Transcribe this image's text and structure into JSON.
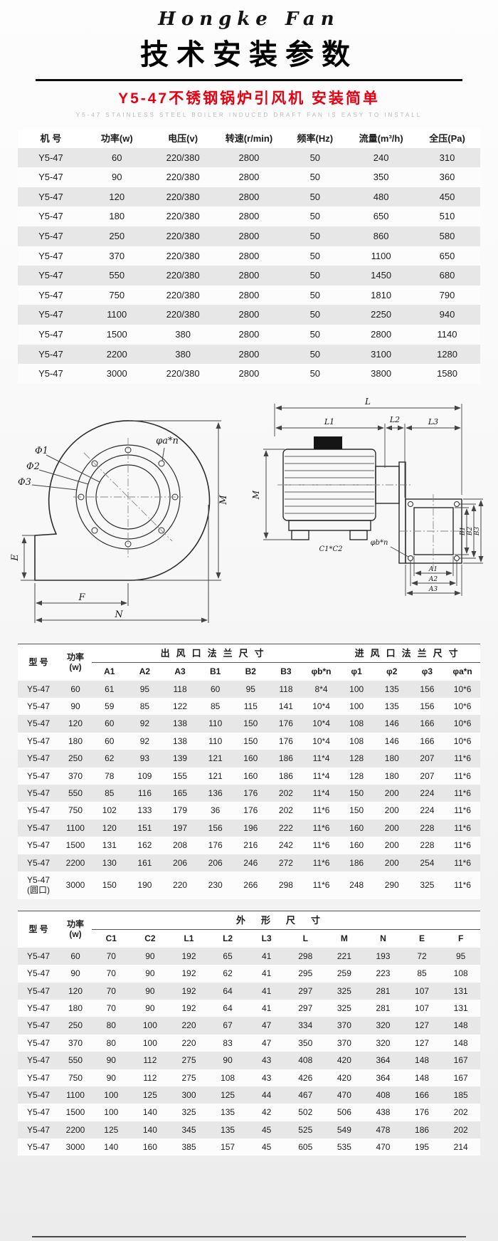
{
  "page": {
    "brand_script": "Hongke Fan",
    "title": "技术安装参数",
    "subtitle": "Y5-47不锈钢锅炉引风机 安装简单",
    "subtitle_en": "Y5-47 STAINLESS STEEL BOILER INDUCED DRAFT FAN IS EASY TO INSTALL"
  },
  "performance_table": {
    "headers": [
      "机  号",
      "功率(w)",
      "电压(v)",
      "转速(r/min)",
      "频率(Hz)",
      "流量(m³/h)",
      "全压(Pa)"
    ],
    "rows": [
      [
        "Y5-47",
        "60",
        "220/380",
        "2800",
        "50",
        "240",
        "310"
      ],
      [
        "Y5-47",
        "90",
        "220/380",
        "2800",
        "50",
        "350",
        "360"
      ],
      [
        "Y5-47",
        "120",
        "220/380",
        "2800",
        "50",
        "480",
        "450"
      ],
      [
        "Y5-47",
        "180",
        "220/380",
        "2800",
        "50",
        "650",
        "510"
      ],
      [
        "Y5-47",
        "250",
        "220/380",
        "2800",
        "50",
        "860",
        "580"
      ],
      [
        "Y5-47",
        "370",
        "220/380",
        "2800",
        "50",
        "1100",
        "650"
      ],
      [
        "Y5-47",
        "550",
        "220/380",
        "2800",
        "50",
        "1450",
        "680"
      ],
      [
        "Y5-47",
        "750",
        "220/380",
        "2800",
        "50",
        "1810",
        "790"
      ],
      [
        "Y5-47",
        "1100",
        "220/380",
        "2800",
        "50",
        "2250",
        "940"
      ],
      [
        "Y5-47",
        "1500",
        "380",
        "2800",
        "50",
        "2800",
        "1140"
      ],
      [
        "Y5-47",
        "2200",
        "380",
        "2800",
        "50",
        "3100",
        "1280"
      ],
      [
        "Y5-47",
        "3000",
        "220/380",
        "2800",
        "50",
        "3800",
        "1580"
      ]
    ]
  },
  "diagram": {
    "left": {
      "phi1": "Φ1",
      "phi2": "Φ2",
      "phi3": "Φ3",
      "phi_a": "φa*n",
      "dim_m": "M",
      "dim_e": "E",
      "dim_f": "F",
      "dim_n": "N"
    },
    "right": {
      "dim_l": "L",
      "dim_l1": "L1",
      "dim_l2": "L2",
      "dim_l3": "L3",
      "dim_m": "M",
      "dim_c": "C1*C2",
      "phi_b": "φb*n",
      "dim_b1": "B1",
      "dim_b2": "B2",
      "dim_b3": "B3",
      "dim_a1": "A1",
      "dim_a2": "A2",
      "dim_a3": "A3"
    }
  },
  "flange_table": {
    "model_header": "型 号",
    "power_header": "功率\n(w)",
    "group_outlet": "出风口法兰尺寸",
    "group_inlet": "进风口法兰尺寸",
    "sub_headers": [
      "A1",
      "A2",
      "A3",
      "B1",
      "B2",
      "B3",
      "φb*n",
      "φ1",
      "φ2",
      "φ3",
      "φa*n"
    ],
    "rows": [
      [
        "Y5-47",
        "60",
        "61",
        "95",
        "118",
        "60",
        "95",
        "118",
        "8*4",
        "100",
        "135",
        "156",
        "10*6"
      ],
      [
        "Y5-47",
        "90",
        "59",
        "85",
        "122",
        "85",
        "115",
        "141",
        "10*4",
        "100",
        "135",
        "156",
        "10*6"
      ],
      [
        "Y5-47",
        "120",
        "60",
        "92",
        "138",
        "110",
        "150",
        "176",
        "10*4",
        "108",
        "146",
        "166",
        "10*6"
      ],
      [
        "Y5-47",
        "180",
        "60",
        "92",
        "138",
        "110",
        "150",
        "176",
        "10*4",
        "108",
        "146",
        "166",
        "10*6"
      ],
      [
        "Y5-47",
        "250",
        "62",
        "93",
        "139",
        "121",
        "160",
        "186",
        "11*4",
        "128",
        "180",
        "207",
        "11*6"
      ],
      [
        "Y5-47",
        "370",
        "78",
        "109",
        "155",
        "121",
        "160",
        "186",
        "11*4",
        "128",
        "180",
        "207",
        "11*6"
      ],
      [
        "Y5-47",
        "550",
        "85",
        "116",
        "165",
        "136",
        "176",
        "202",
        "11*4",
        "150",
        "200",
        "224",
        "11*6"
      ],
      [
        "Y5-47",
        "750",
        "102",
        "133",
        "179",
        "36",
        "176",
        "202",
        "11*6",
        "150",
        "200",
        "224",
        "11*6"
      ],
      [
        "Y5-47",
        "1100",
        "120",
        "151",
        "197",
        "156",
        "196",
        "222",
        "11*6",
        "160",
        "200",
        "228",
        "11*6"
      ],
      [
        "Y5-47",
        "1500",
        "131",
        "162",
        "208",
        "176",
        "216",
        "242",
        "11*6",
        "160",
        "200",
        "228",
        "11*6"
      ],
      [
        "Y5-47",
        "2200",
        "130",
        "161",
        "206",
        "206",
        "246",
        "272",
        "11*6",
        "186",
        "200",
        "254",
        "11*6"
      ],
      [
        "Y5-47\n(圆口)",
        "3000",
        "150",
        "190",
        "220",
        "230",
        "266",
        "298",
        "11*6",
        "248",
        "290",
        "325",
        "11*6"
      ]
    ]
  },
  "outline_table": {
    "model_header": "型 号",
    "power_header": "功率\n(w)",
    "group": "外形尺寸",
    "sub_headers": [
      "C1",
      "C2",
      "L1",
      "L2",
      "L3",
      "L",
      "M",
      "N",
      "E",
      "F"
    ],
    "rows": [
      [
        "Y5-47",
        "60",
        "70",
        "90",
        "192",
        "65",
        "41",
        "298",
        "221",
        "193",
        "72",
        "95"
      ],
      [
        "Y5-47",
        "90",
        "70",
        "90",
        "192",
        "62",
        "41",
        "295",
        "259",
        "223",
        "85",
        "108"
      ],
      [
        "Y5-47",
        "120",
        "70",
        "90",
        "192",
        "64",
        "41",
        "297",
        "325",
        "281",
        "107",
        "131"
      ],
      [
        "Y5-47",
        "180",
        "70",
        "90",
        "192",
        "64",
        "41",
        "297",
        "325",
        "281",
        "107",
        "131"
      ],
      [
        "Y5-47",
        "250",
        "80",
        "100",
        "220",
        "67",
        "47",
        "334",
        "370",
        "320",
        "127",
        "148"
      ],
      [
        "Y5-47",
        "370",
        "80",
        "100",
        "220",
        "83",
        "47",
        "350",
        "370",
        "320",
        "127",
        "148"
      ],
      [
        "Y5-47",
        "550",
        "90",
        "112",
        "275",
        "90",
        "43",
        "408",
        "420",
        "364",
        "148",
        "167"
      ],
      [
        "Y5-47",
        "750",
        "90",
        "112",
        "275",
        "108",
        "43",
        "426",
        "420",
        "364",
        "148",
        "167"
      ],
      [
        "Y5-47",
        "1100",
        "100",
        "125",
        "300",
        "125",
        "44",
        "467",
        "470",
        "408",
        "166",
        "185"
      ],
      [
        "Y5-47",
        "1500",
        "100",
        "140",
        "325",
        "135",
        "42",
        "502",
        "506",
        "438",
        "176",
        "202"
      ],
      [
        "Y5-47",
        "2200",
        "125",
        "140",
        "345",
        "135",
        "45",
        "525",
        "549",
        "478",
        "186",
        "202"
      ],
      [
        "Y5-47",
        "3000",
        "140",
        "160",
        "385",
        "157",
        "45",
        "605",
        "535",
        "470",
        "195",
        "214"
      ]
    ]
  }
}
